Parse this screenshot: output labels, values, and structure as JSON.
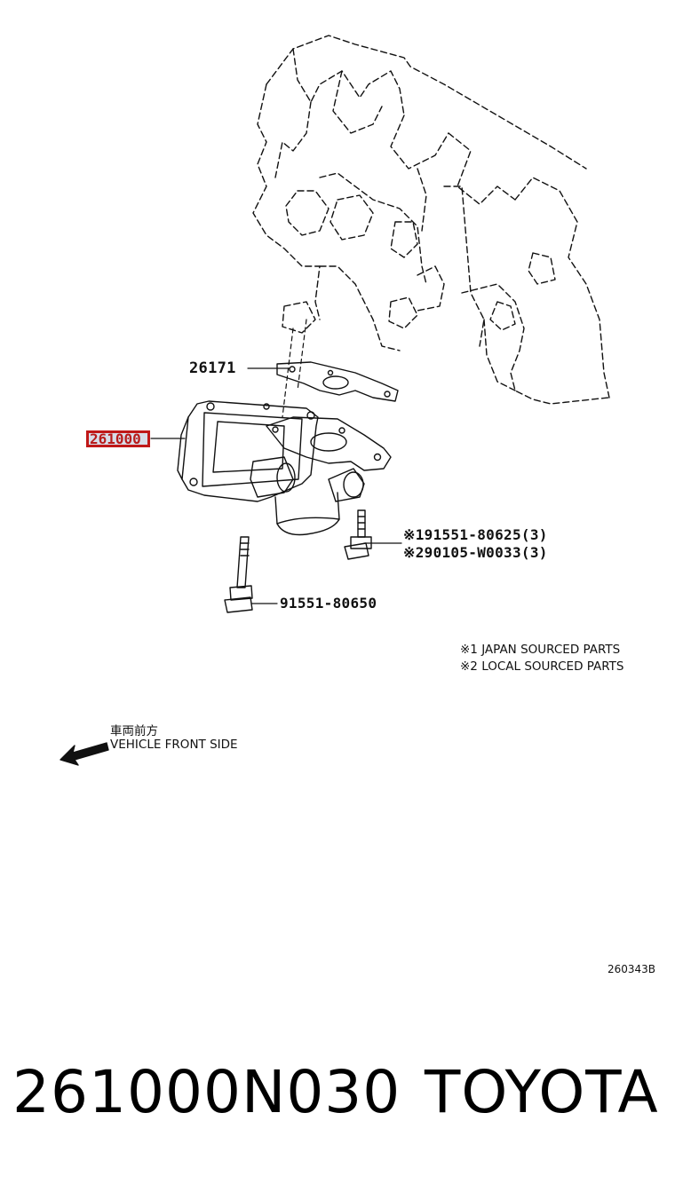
{
  "callouts": {
    "gasket": "26171",
    "valve_assembly": "261000",
    "bolt_japan": "※191551-80625(3)",
    "bolt_local": "※290105-W0033(3)",
    "bolt_long": "91551-80650"
  },
  "notes": {
    "japan": "※1 JAPAN SOURCED PARTS",
    "local": "※2 LOCAL SOURCED PARTS"
  },
  "direction": {
    "japanese": "車両前方",
    "english": "VEHICLE FRONT SIDE"
  },
  "diagram_code": "260343B",
  "footer": {
    "part_number": "261000N030",
    "brand": "TOYOTA"
  },
  "colors": {
    "highlight_border": "#c01818",
    "highlight_fill": "#d8dde8",
    "line": "#111111"
  }
}
